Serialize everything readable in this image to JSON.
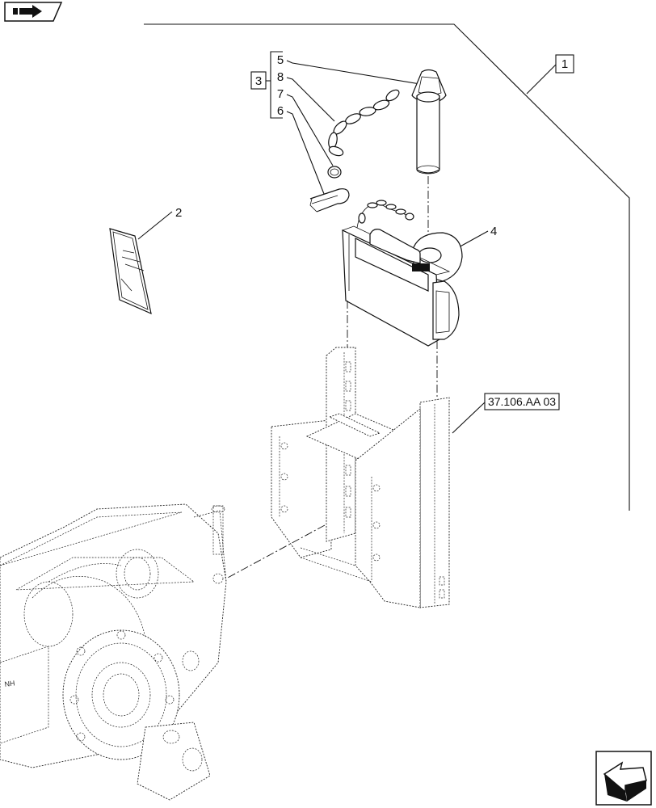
{
  "callouts": {
    "c1": "1",
    "c2": "2",
    "c3": "3",
    "c4": "4",
    "c5": "5",
    "c6": "6",
    "c7": "7",
    "c8": "8"
  },
  "reference": {
    "label": "37.106.AA 03"
  },
  "icons": {
    "top_left": "bookmark-arrow-icon",
    "bottom_right": "next-page-arrow-icon"
  }
}
